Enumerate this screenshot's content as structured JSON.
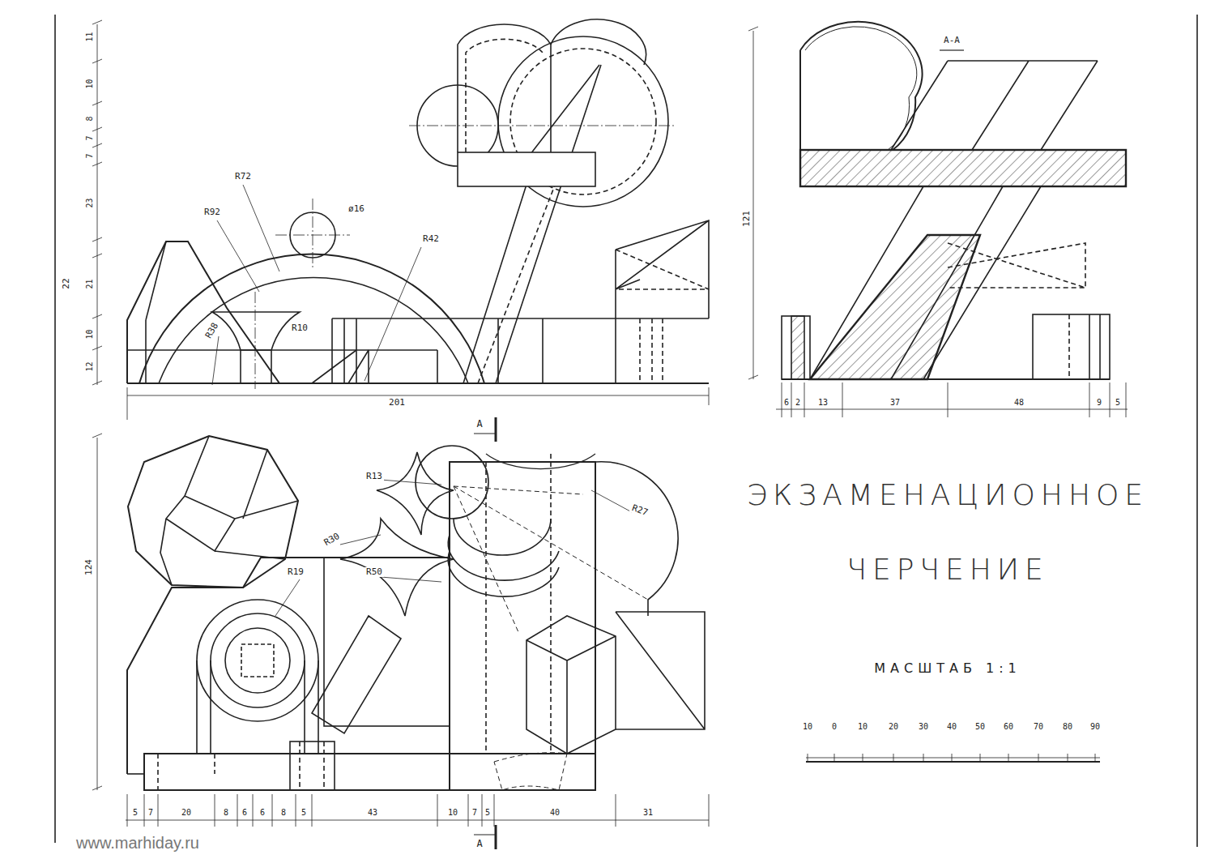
{
  "diagram": {
    "title": "ЭКЗАМЕНАЦИОННОЕ ЧЕРЧЕНИЕ",
    "labels": [
      "R72",
      "R92",
      "ø16",
      "R42",
      "R38",
      "R10",
      "201",
      "11",
      "10",
      "8",
      "7",
      "7",
      "23",
      "21",
      "10",
      "12",
      "22",
      "А-А",
      "121",
      "6",
      "2",
      "13",
      "37",
      "48",
      "9",
      "5",
      "R13",
      "R30",
      "R27",
      "R19",
      "R50",
      "124",
      "А",
      "А",
      "5",
      "7",
      "20",
      "8",
      "6",
      "6",
      "8",
      "5",
      "43",
      "10",
      "7",
      "5",
      "40",
      "31",
      "МАСШТАБ 1:1",
      "10",
      "0",
      "10",
      "20",
      "30",
      "40",
      "50",
      "60",
      "70",
      "80",
      "90",
      "www.marhiday.ru"
    ]
  }
}
